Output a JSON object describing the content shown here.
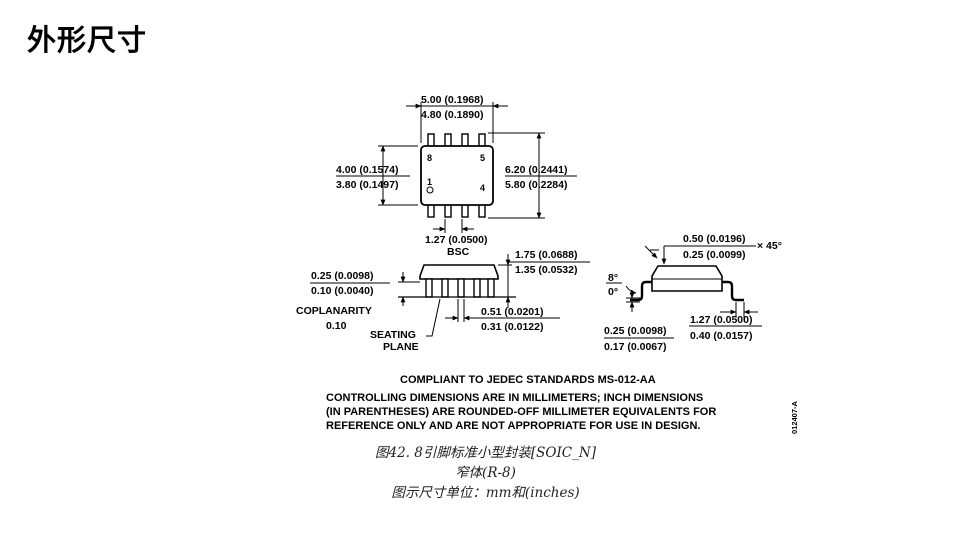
{
  "title": "外形尺寸",
  "top_view": {
    "width_max": "5.00 (0.1968)",
    "width_min": "4.80 (0.1890)",
    "body_max": "4.00 (0.1574)",
    "body_min": "3.80 (0.1497)",
    "span_max": "6.20 (0.2441)",
    "span_min": "5.80 (0.2284)",
    "pin_8": "8",
    "pin_5": "5",
    "pin_1": "1",
    "pin_4": "4",
    "pitch": "1.27 (0.0500)",
    "pitch_note": "BSC"
  },
  "side_view": {
    "height_max": "1.75 (0.0688)",
    "height_min": "1.35 (0.0532)",
    "standoff_max": "0.25 (0.0098)",
    "standoff_min": "0.10 (0.0040)",
    "coplanarity_label": "COPLANARITY",
    "coplanarity_value": "0.10",
    "lead_width_max": "0.51 (0.0201)",
    "lead_width_min": "0.31 (0.0122)",
    "seating_line1": "SEATING",
    "seating_line2": "PLANE"
  },
  "end_view": {
    "chamfer_max": "0.50 (0.0196)",
    "chamfer_min": "0.25 (0.0099)",
    "chamfer_angle": "× 45°",
    "angle_max": "8°",
    "angle_min": "0°",
    "lead_thick_max": "0.25 (0.0098)",
    "lead_thick_min": "0.17 (0.0067)",
    "foot_max": "1.27 (0.0500)",
    "foot_min": "0.40 (0.0157)"
  },
  "notes": {
    "line1": "COMPLIANT TO JEDEC STANDARDS MS-012-AA",
    "line2": "CONTROLLING DIMENSIONS ARE IN MILLIMETERS; INCH DIMENSIONS",
    "line3": "(IN PARENTHESES) ARE ROUNDED-OFF MILLIMETER EQUIVALENTS FOR",
    "line4": "REFERENCE ONLY AND ARE NOT APPROPRIATE FOR USE IN DESIGN.",
    "drawing_code": "012407-A"
  },
  "caption": {
    "line1": "图42. 8引脚标准小型封装[SOIC_N]",
    "line2": "窄体(R-8)",
    "line3": "图示尺寸单位：mm和(inches)"
  }
}
